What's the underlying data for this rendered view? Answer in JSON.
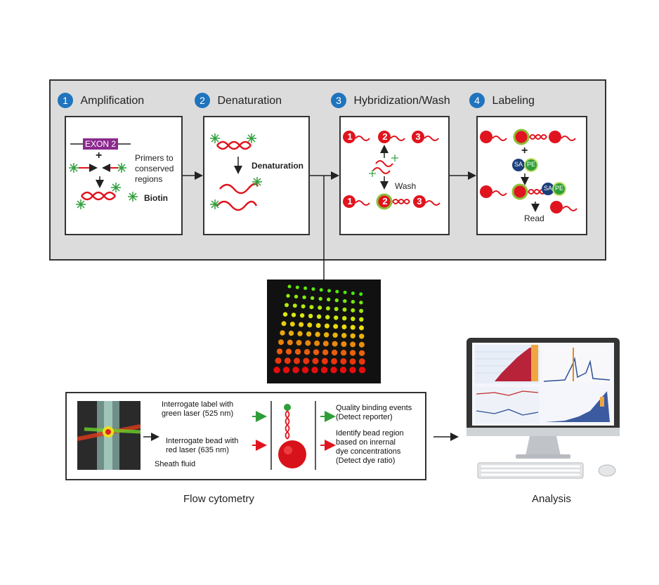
{
  "steps": [
    {
      "num": "1",
      "title": "Amplification"
    },
    {
      "num": "2",
      "title": "Denaturation"
    },
    {
      "num": "3",
      "title": "Hybridization/Wash"
    },
    {
      "num": "4",
      "title": "Labeling"
    }
  ],
  "amplification": {
    "exon_label": "EXON 2",
    "plus": "+",
    "primers_text": [
      "Primers to",
      "conserved",
      "regions"
    ],
    "biotin_label": "Biotin"
  },
  "denaturation": {
    "label": "Denaturation"
  },
  "hybridization": {
    "wash_label": "Wash",
    "bead_numbers": [
      "1",
      "2",
      "3"
    ]
  },
  "labeling": {
    "plus": "+",
    "sa": "SA",
    "pe": "PE",
    "read_label": "Read"
  },
  "flow": {
    "green_laser": [
      "Interrogate label with",
      "green laser (525 nm)"
    ],
    "red_laser": [
      "Interrogate bead with",
      "red laser (635 nm)"
    ],
    "sheath": "Sheath fluid",
    "quality": [
      "Quality binding events",
      "(Detect reporter)"
    ],
    "identify": [
      "Identify bead region",
      "based on inrernal",
      "dye concentrations",
      "(Detect dye ratio)"
    ]
  },
  "captions": {
    "flow_cytometry": "Flow cytometry",
    "analysis": "Analysis"
  },
  "colors": {
    "blue": "#1f74bd",
    "red": "#e0141e",
    "green": "#2e9e3a",
    "purple": "#8b2a8f",
    "navy": "#1b3f7a"
  },
  "bead_grid": {
    "rows": 10,
    "cols": 10
  }
}
